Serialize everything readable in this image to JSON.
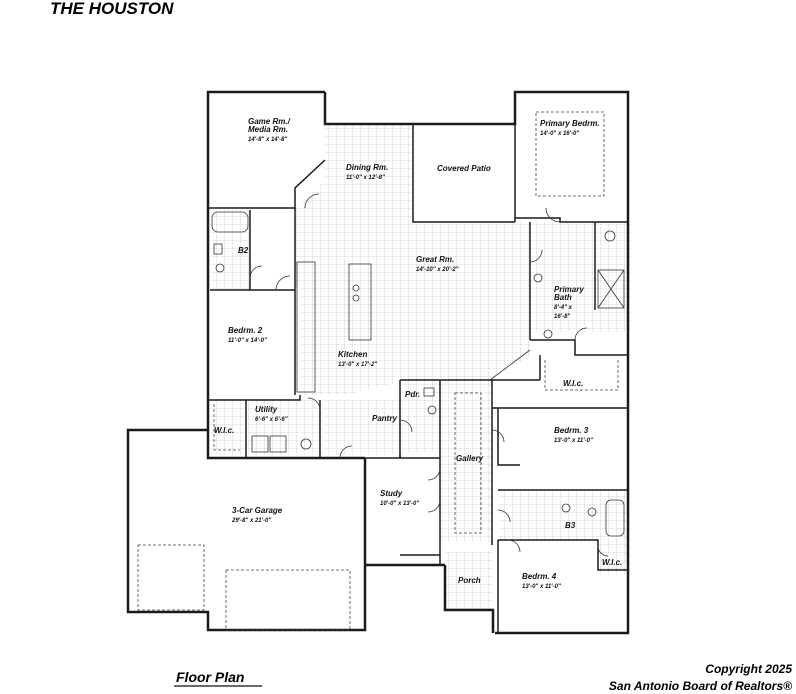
{
  "plan_title": "THE HOUSTON",
  "footer_label": "Floor Plan",
  "copyright_line1": "Copyright 2025",
  "copyright_line2": "San Antonio Board of Realtors®",
  "rooms": {
    "game_rm": {
      "name1": "Game Rm./",
      "name2": "Media Rm.",
      "dims": "14'-8\" x 14'-8\""
    },
    "dining_rm": {
      "name": "Dining Rm.",
      "dims": "11'-0\" x 12'-8\""
    },
    "covered_patio": {
      "name": "Covered Patio"
    },
    "primary_bedrm": {
      "name": "Primary Bedrm.",
      "dims": "14'-0\" x 16'-0\""
    },
    "b2": {
      "name": "B2"
    },
    "great_rm": {
      "name": "Great Rm.",
      "dims": "14'-10\" x 20'-2\""
    },
    "primary_bath": {
      "name1": "Primary",
      "name2": "Bath",
      "dims1": "8'-4\" x",
      "dims2": "16'-8\""
    },
    "bedrm2": {
      "name": "Bedrm. 2",
      "dims": "11'-0\" x 14'-0\""
    },
    "kitchen": {
      "name": "Kitchen",
      "dims": "13'-0\" x 17'-2\""
    },
    "wic_primary": {
      "name": "W.I.c."
    },
    "pdr": {
      "name": "Pdr."
    },
    "utility": {
      "name": "Utility",
      "dims": "6'-6\" x 6'-6\""
    },
    "pantry": {
      "name": "Pantry"
    },
    "wic_bed2": {
      "name": "W.I.c."
    },
    "bedrm3": {
      "name": "Bedrm. 3",
      "dims": "13'-0\" x 11'-0\""
    },
    "gallery": {
      "name": "Gallery"
    },
    "study": {
      "name": "Study",
      "dims": "10'-0\" x 13'-0\""
    },
    "garage": {
      "name": "3-Car Garage",
      "dims": "29'-8\" x 21'-0\""
    },
    "b3": {
      "name": "B3"
    },
    "wic_bed4": {
      "name": "W.I.c."
    },
    "porch": {
      "name": "Porch"
    },
    "bedrm4": {
      "name": "Bedrm. 4",
      "dims": "13'-0\" x 11'-0\""
    }
  }
}
